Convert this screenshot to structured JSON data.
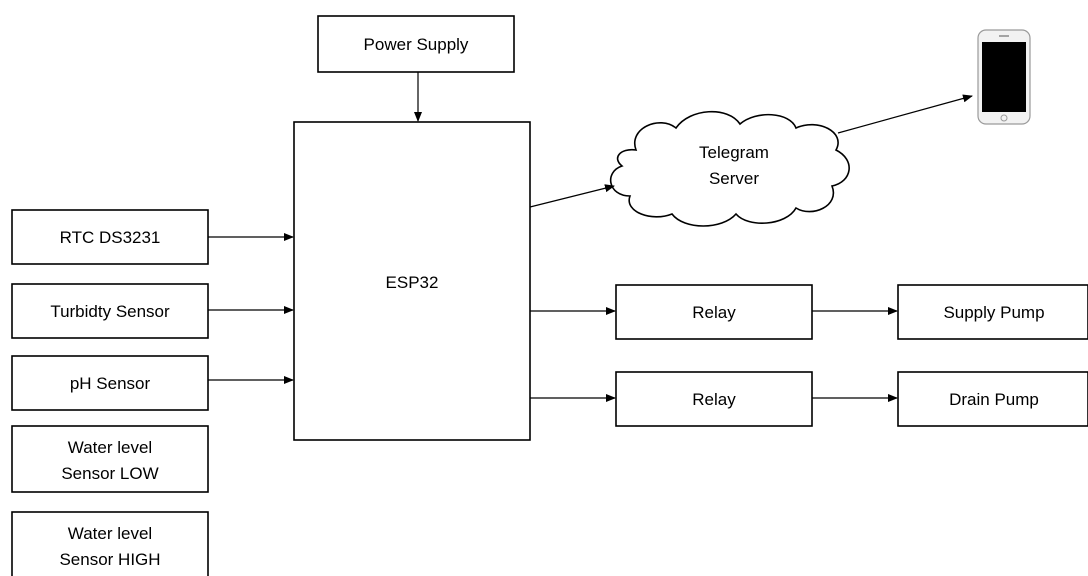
{
  "blocks": {
    "power_supply": "Power Supply",
    "esp32": "ESP32",
    "rtc": "RTC DS3231",
    "turbidity": "Turbidty Sensor",
    "ph": "pH Sensor",
    "water_low": [
      "Water level",
      "Sensor LOW"
    ],
    "water_high": [
      "Water level",
      "Sensor HIGH"
    ],
    "relay_supply": "Relay",
    "relay_drain": "Relay",
    "supply_pump": "Supply Pump",
    "drain_pump": "Drain Pump"
  },
  "cloud": [
    "Telegram",
    "Server"
  ],
  "colors": {
    "stroke": "#000000",
    "background": "#ffffff",
    "phone_body": "#f2f2f2",
    "phone_screen": "#000000"
  },
  "icons": {
    "phone": "smartphone-icon"
  }
}
